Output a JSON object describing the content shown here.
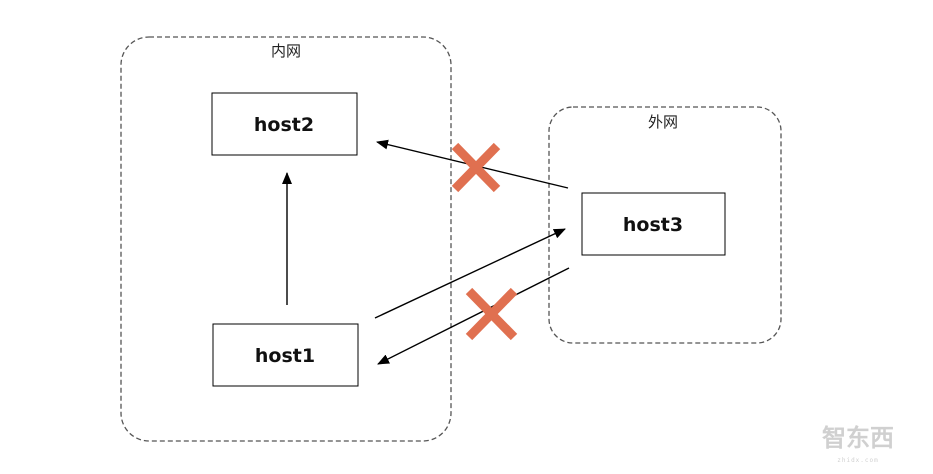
{
  "zones": {
    "internal": {
      "label": "内网"
    },
    "external": {
      "label": "外网"
    }
  },
  "hosts": {
    "host1": {
      "label": "host1"
    },
    "host2": {
      "label": "host2"
    },
    "host3": {
      "label": "host3"
    }
  },
  "connections": [
    {
      "from": "host1",
      "to": "host2",
      "allowed": true
    },
    {
      "from": "host3",
      "to": "host2",
      "allowed": false
    },
    {
      "from": "host1",
      "to": "host3",
      "allowed": true
    },
    {
      "from": "host3",
      "to": "host1",
      "allowed": false
    }
  ],
  "watermark": {
    "text": "智东西",
    "subtext": "zhidx.com"
  },
  "colors": {
    "blocked_mark": "#e07050",
    "line": "#000000",
    "zone_border": "#555555"
  }
}
